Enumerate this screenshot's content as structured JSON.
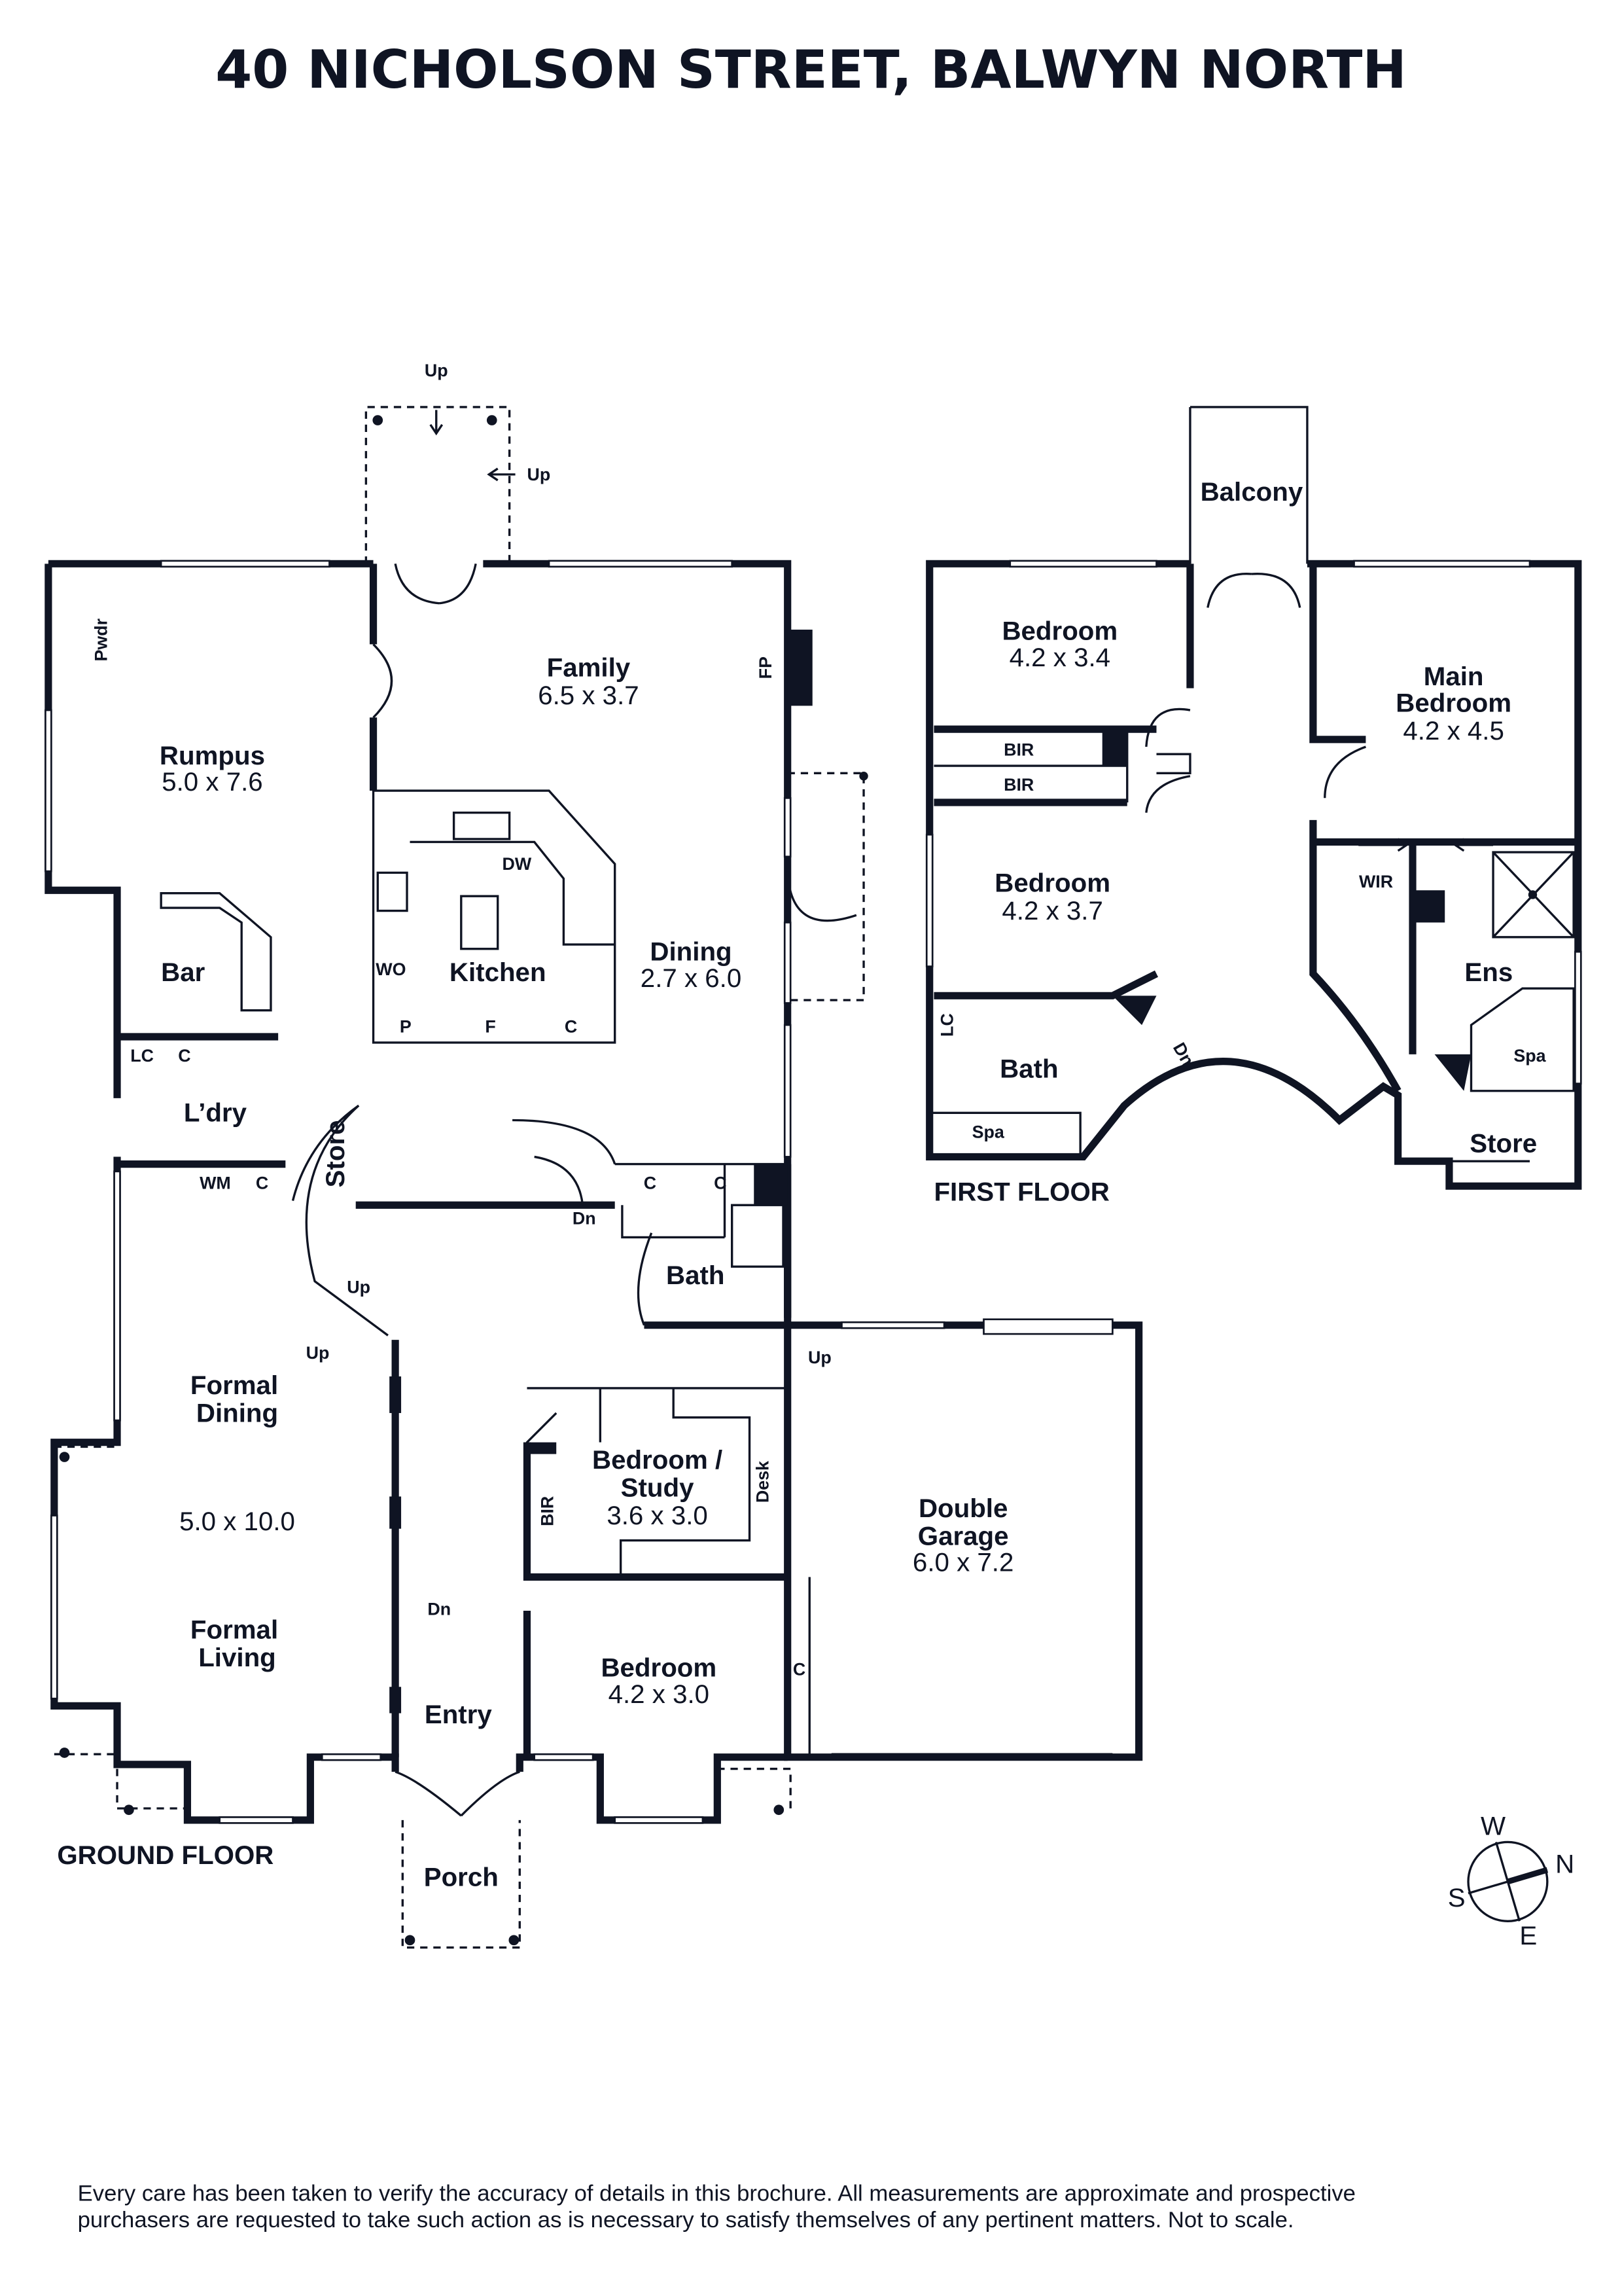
{
  "title": "40 NICHOLSON STREET, BALWYN NORTH",
  "ground_floor": {
    "label": "GROUND FLOOR",
    "rooms": {
      "rumpus": {
        "name": "Rumpus",
        "dims": "5.0 x 7.6"
      },
      "family": {
        "name": "Family",
        "dims": "6.5 x 3.7"
      },
      "kitchen": {
        "name": "Kitchen"
      },
      "dining": {
        "name": "Dining",
        "dims": "2.7 x 6.0"
      },
      "bar": {
        "name": "Bar"
      },
      "laundry": {
        "name": "L’dry"
      },
      "store": {
        "name": "Store"
      },
      "formal_dining": {
        "name_1": "Formal",
        "name_2": "Dining",
        "dims": "5.0 x 10.0"
      },
      "formal_living": {
        "name_1": "Formal",
        "name_2": "Living"
      },
      "entry": {
        "name": "Entry"
      },
      "porch": {
        "name": "Porch"
      },
      "bath": {
        "name": "Bath"
      },
      "bedroom_study": {
        "name_1": "Bedroom /",
        "name_2": "Study",
        "dims": "3.6 x 3.0"
      },
      "bedroom": {
        "name": "Bedroom",
        "dims": "4.2 x 3.0"
      },
      "garage": {
        "name_1": "Double",
        "name_2": "Garage",
        "dims": "6.0 x 7.2"
      }
    },
    "small_labels": {
      "pwdr": "Pwdr",
      "fp": "FP",
      "up_top": "Up",
      "up_side": "Up",
      "dw": "DW",
      "wo": "WO",
      "p": "P",
      "f": "F",
      "c_kitchen": "C",
      "lc": "LC",
      "c_laundry1": "C",
      "wm": "WM",
      "c_laundry2": "C",
      "c_hall1": "C",
      "c_hall2": "C",
      "dn_stair": "Dn",
      "up_stair1": "Up",
      "up_stair2": "Up",
      "dn_entry": "Dn",
      "up_garage": "Up",
      "bir": "BIR",
      "desk": "Desk",
      "c_garage": "C"
    }
  },
  "first_floor": {
    "label": "FIRST FLOOR",
    "rooms": {
      "balcony": {
        "name": "Balcony"
      },
      "bedroom1": {
        "name": "Bedroom",
        "dims": "4.2 x 3.4"
      },
      "main_bedroom": {
        "name_1": "Main",
        "name_2": "Bedroom",
        "dims": "4.2 x 4.5"
      },
      "bedroom2": {
        "name": "Bedroom",
        "dims": "4.2 x 3.7"
      },
      "ens": {
        "name": "Ens"
      },
      "bath": {
        "name": "Bath"
      },
      "store": {
        "name": "Store"
      }
    },
    "small_labels": {
      "bir1": "BIR",
      "bir2": "BIR",
      "wir": "WIR",
      "spa_ens": "Spa",
      "lc": "LC",
      "spa_bath": "Spa",
      "dn": "Dn"
    }
  },
  "compass": {
    "w": "W",
    "n": "N",
    "s": "S",
    "e": "E"
  },
  "disclaimer": {
    "line1": "Every care has been taken to verify the accuracy of details in this brochure. All measurements are approximate and prospective",
    "line2": "purchasers are requested to take such action as is necessary to satisfy themselves of any pertinent matters. Not to scale."
  },
  "colors": {
    "ink": "#0f1423",
    "background": "#ffffff"
  }
}
